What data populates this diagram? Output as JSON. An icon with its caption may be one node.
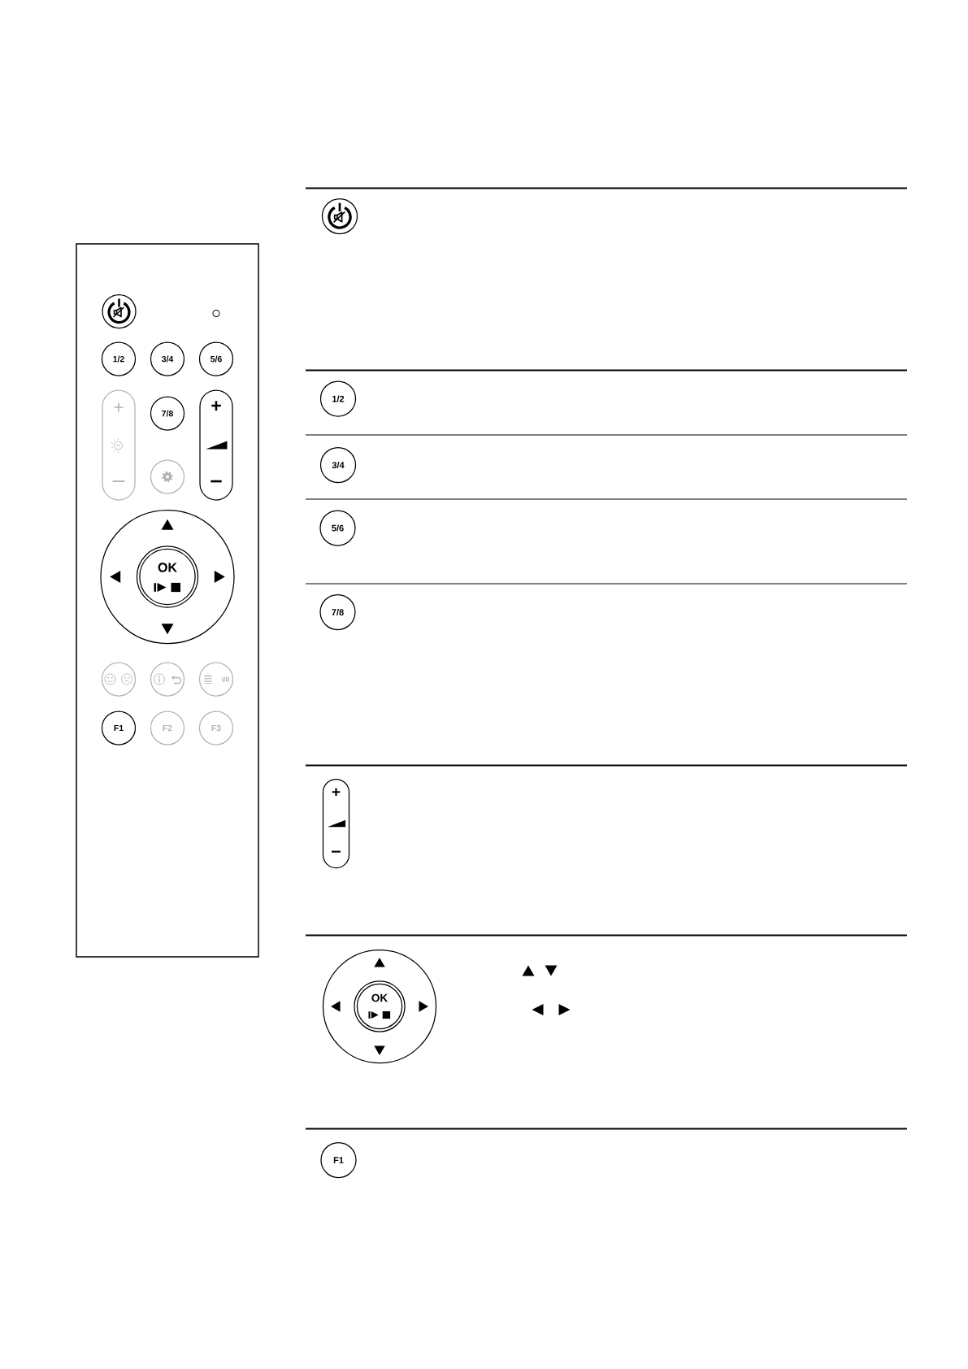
{
  "diagram": {
    "nodes": [
      {
        "text": [],
        "shape": "box"
      },
      {
        "text": [],
        "shape": "circle",
        "in": 0
      },
      {
        "text": [
          "1/2"
        ],
        "in": 0
      },
      {
        "text": [
          "3/4"
        ],
        "in": 0
      },
      {
        "text": [
          "5/6"
        ],
        "in": 0
      },
      {
        "text": [
          "+",
          "–"
        ],
        "in": 0
      },
      {
        "text": [
          "7/8"
        ],
        "in": 0
      },
      {
        "text": [
          "+",
          "–"
        ],
        "in": 0
      },
      {
        "text": [],
        "shape": "circle",
        "in": 0
      },
      {
        "text": [],
        "shape": "circle",
        "in": 0
      },
      {
        "text": [],
        "shape": "triangle",
        "in": 9
      },
      {
        "text": [],
        "shape": "triangle",
        "in": 9
      },
      {
        "text": [
          "OK"
        ],
        "in": 9
      },
      {
        "text": [],
        "shape": "triangle",
        "in": 9
      },
      {
        "text": [],
        "shape": "triangle",
        "in": 9
      },
      {
        "text": [],
        "shape": "circle",
        "in": 0
      },
      {
        "text": [],
        "shape": "circle",
        "in": 0
      },
      {
        "text": [
          "I/II"
        ],
        "in": 0
      },
      {
        "text": [
          "F1"
        ],
        "in": 0
      },
      {
        "text": [
          "F2"
        ],
        "in": 0
      },
      {
        "text": [
          "F3"
        ],
        "in": 0
      },
      {
        "text": [],
        "shape": "circle"
      },
      {
        "text": [
          "1/2"
        ]
      },
      {
        "text": [
          "3/4"
        ]
      },
      {
        "text": [
          "5/6"
        ]
      },
      {
        "text": [
          "7/8"
        ]
      },
      {
        "text": [
          "+",
          "–"
        ]
      },
      {
        "text": [],
        "shape": "circle"
      },
      {
        "text": [],
        "shape": "triangle",
        "in": 27
      },
      {
        "text": [],
        "shape": "triangle",
        "in": 27
      },
      {
        "text": [
          "OK"
        ],
        "in": 27
      },
      {
        "text": [],
        "shape": "triangle",
        "in": 27
      },
      {
        "text": [],
        "shape": "triangle",
        "in": 27
      },
      {
        "text": [
          "F1"
        ]
      }
    ]
  }
}
